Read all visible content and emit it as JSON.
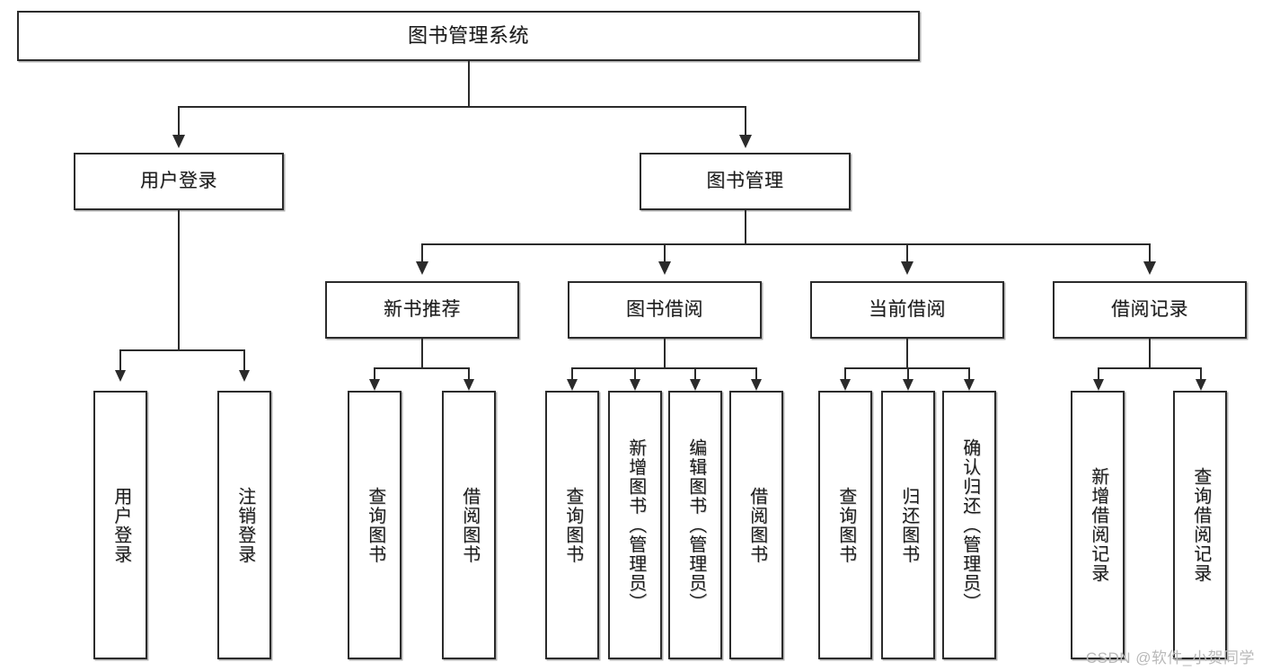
{
  "diagram": {
    "type": "tree-hierarchy",
    "title": "图书管理系统",
    "watermark": "CSDN @软件_小贺同学",
    "colors": {
      "box_border": "#2b2b2b",
      "box_fill": "#ffffff",
      "text": "#1b1b1b",
      "connector": "#2b2b2b",
      "watermark": "#b9b9b9",
      "background": "#ffffff"
    },
    "nodes": {
      "root": {
        "label": "图书管理系统"
      },
      "level2": [
        {
          "label": "用户登录"
        },
        {
          "label": "图书管理"
        }
      ],
      "level3": [
        {
          "label": "新书推荐"
        },
        {
          "label": "图书借阅"
        },
        {
          "label": "当前借阅"
        },
        {
          "label": "借阅记录"
        }
      ],
      "leaves": {
        "user_login": [
          {
            "label": "用户登录"
          },
          {
            "label": "注销登录"
          }
        ],
        "new_book_recommend": [
          {
            "label": "查询图书"
          },
          {
            "label": "借阅图书"
          }
        ],
        "book_borrow": [
          {
            "label": "查询图书"
          },
          {
            "label": "新增图书（管理员）"
          },
          {
            "label": "编辑图书（管理员）"
          },
          {
            "label": "借阅图书"
          }
        ],
        "current_borrow": [
          {
            "label": "查询图书"
          },
          {
            "label": "归还图书"
          },
          {
            "label": "确认归还（管理员）"
          }
        ],
        "borrow_record": [
          {
            "label": "新增借阅记录"
          },
          {
            "label": "查询借阅记录"
          }
        ]
      }
    }
  }
}
